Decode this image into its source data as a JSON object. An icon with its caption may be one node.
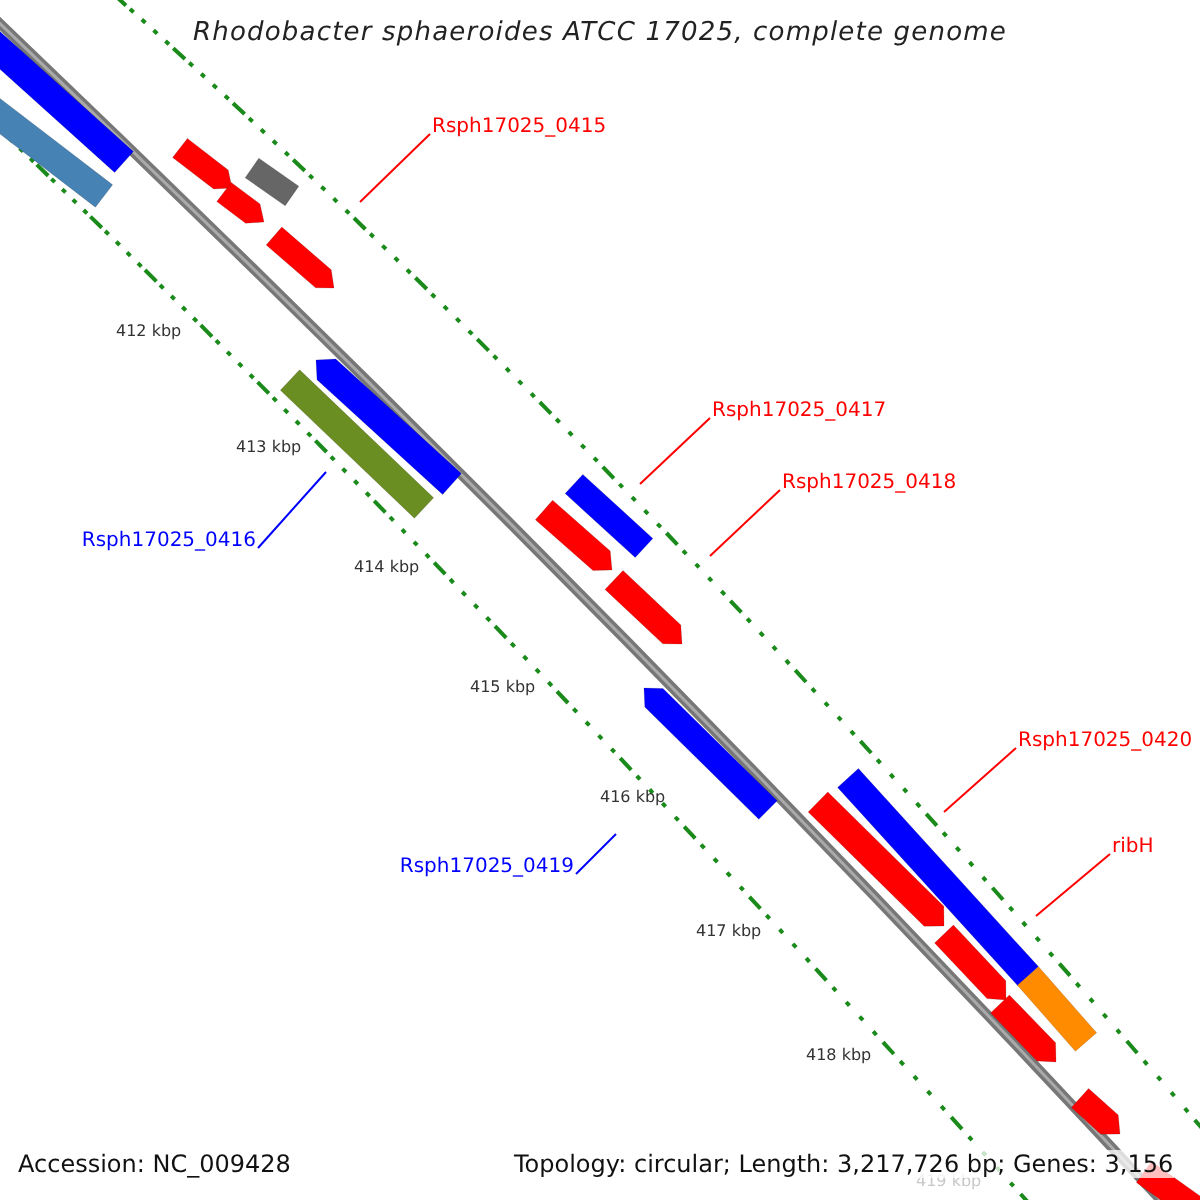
{
  "diagram": {
    "title": "Rhodobacter sphaeroides ATCC 17025, complete genome",
    "nodes": [
      {
        "text": [
          "Rsph17025_0415"
        ]
      },
      {
        "text": [
          "Rsph17025_0416"
        ]
      },
      {
        "text": [
          "Rsph17025_0417"
        ]
      },
      {
        "text": [
          "Rsph17025_0418"
        ]
      },
      {
        "text": [
          "Rsph17025_0419"
        ]
      },
      {
        "text": [
          "Rsph17025_0420"
        ]
      },
      {
        "text": [
          "ribH"
        ]
      }
    ],
    "edges": [
      {
        "from": 0,
        "to": null,
        "arrow": "none"
      },
      {
        "from": 1,
        "to": null,
        "arrow": "none",
        "color": "#0000ff"
      },
      {
        "from": 2,
        "to": null,
        "arrow": "none"
      },
      {
        "from": 3,
        "to": null,
        "arrow": "none"
      },
      {
        "from": 4,
        "to": null,
        "arrow": "none",
        "color": "#0000ff"
      },
      {
        "from": 5,
        "to": null,
        "arrow": "none"
      },
      {
        "from": 6,
        "to": null,
        "arrow": "none"
      }
    ],
    "labels": [
      "412 kbp",
      "413 kbp",
      "414 kbp",
      "415 kbp",
      "416 kbp",
      "417 kbp",
      "418 kbp",
      "419 kbp",
      "Accession: NC_009428",
      "Topology: circular; Length: 3,217,726 bp; Genes: 3,156"
    ]
  }
}
